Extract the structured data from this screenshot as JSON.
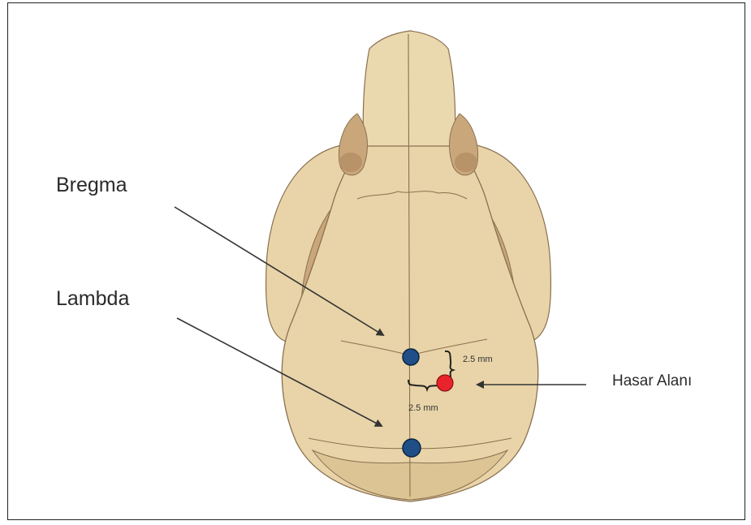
{
  "labels": {
    "bregma": "Bregma",
    "lambda": "Lambda",
    "damage_area": "Hasar Alanı",
    "measure_lateral": "2.5 mm",
    "measure_posterior": "2.5 mm"
  },
  "colors": {
    "bone": "#e8d4a8",
    "bone_dark": "#c9a77a",
    "bone_shadow": "#b89268",
    "bone_line": "#8a7050",
    "landmark": "#1f4f86",
    "damage": "#e8232b",
    "arrow": "#333333"
  },
  "icons": {
    "landmark_marker": "dark-blue-circle",
    "damage_marker": "red-circle"
  }
}
